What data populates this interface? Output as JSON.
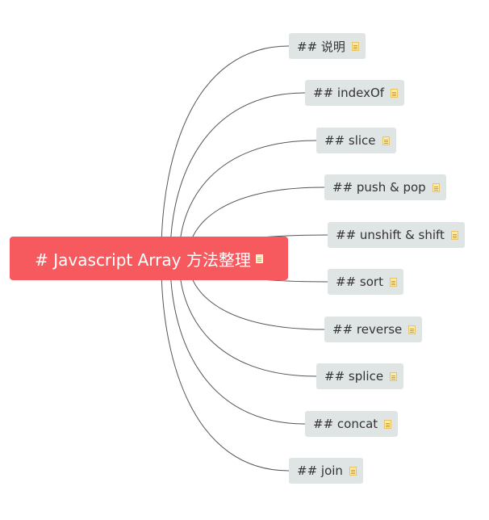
{
  "mindmap": {
    "root": {
      "label": "# Javascript Array 方法整理",
      "icon": "note-icon",
      "color": "#f65a5f"
    },
    "children": [
      {
        "label": "## 说明",
        "icon": "note-icon"
      },
      {
        "label": "## indexOf",
        "icon": "note-icon"
      },
      {
        "label": "## slice",
        "icon": "note-icon"
      },
      {
        "label": "## push & pop",
        "icon": "note-icon"
      },
      {
        "label": "## unshift & shift",
        "icon": "note-icon"
      },
      {
        "label": "## sort",
        "icon": "note-icon"
      },
      {
        "label": "## reverse",
        "icon": "note-icon"
      },
      {
        "label": "## splice",
        "icon": "note-icon"
      },
      {
        "label": "## concat",
        "icon": "note-icon"
      },
      {
        "label": "## join",
        "icon": "note-icon"
      }
    ],
    "colors": {
      "child_bg": "#dfe4e4",
      "line": "#555555",
      "note": "#ffe9a6"
    }
  }
}
